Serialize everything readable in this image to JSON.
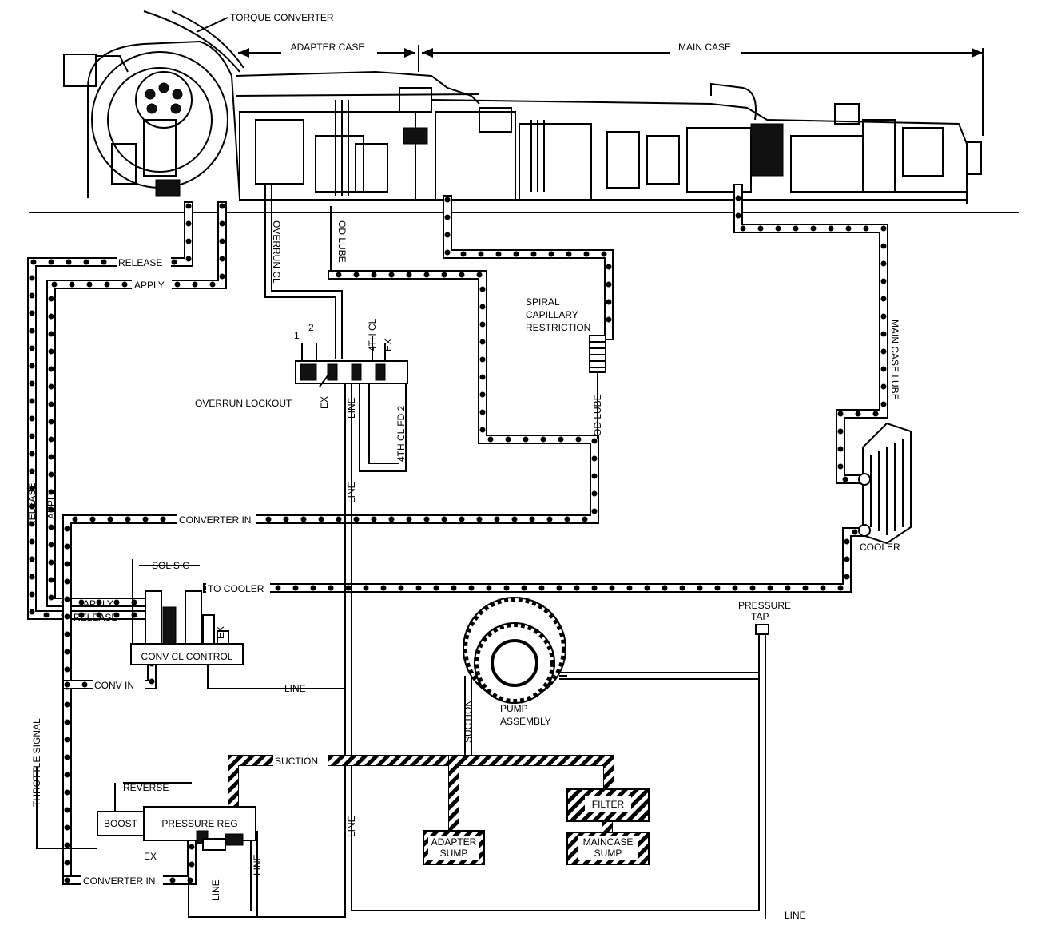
{
  "sections": {
    "torque_converter": "TORQUE CONVERTER",
    "adapter_case": "ADAPTER CASE",
    "main_case": "MAIN CASE"
  },
  "lines": {
    "release_top": "RELEASE",
    "apply_top": "APPLY",
    "overrun_cl": "OVERRUN CL",
    "od_lube": "OD LUBE",
    "od_lube_lower": "OD LUBE",
    "main_case_lube": "MAIN CASE LUBE",
    "spiral_capillary": "SPIRAL\nCAPILLARY\nRESTRICTION",
    "release_side": "RELEASE",
    "apply_side": "APPLY",
    "converter_in": "CONVERTER IN",
    "to_cooler": "TO COOLER",
    "sol_sig": "SOL SIG",
    "apply_valve": "APPLY",
    "release_valve": "RELEASE",
    "conv_in": "CONV IN",
    "line_1": "LINE",
    "line_2": "LINE",
    "line_3": "LINE",
    "line_4": "LINE",
    "line_5": "LINE",
    "line_6": "LINE",
    "line_bottom": "LINE",
    "throttle_signal": "THROTTLE SIGNAL",
    "reverse": "REVERSE",
    "ex_1": "EX",
    "ex_2": "EX",
    "ex_3": "EX",
    "ex_4": "EX",
    "converter_in_bottom": "CONVERTER IN",
    "suction": "SUCTION",
    "suction_vertical": "SUCTION",
    "fourth_cl": "4TH CL",
    "fourth_cl_fd2": "4TH CL FD 2",
    "num_1": "1",
    "num_2": "2",
    "pressure_tap": "PRESSURE\nTAP",
    "cooler": "COOLER"
  },
  "components": {
    "overrun_lockout": "OVERRUN LOCKOUT",
    "conv_cl_control": "CONV CL CONTROL",
    "boost": "BOOST",
    "pressure_reg": "PRESSURE REG",
    "adapter_sump": "ADAPTER\nSUMP",
    "filter": "FILTER",
    "maincase_sump": "MAINCASE\nSUMP",
    "pump_assembly": "PUMP\nASSEMBLY"
  }
}
